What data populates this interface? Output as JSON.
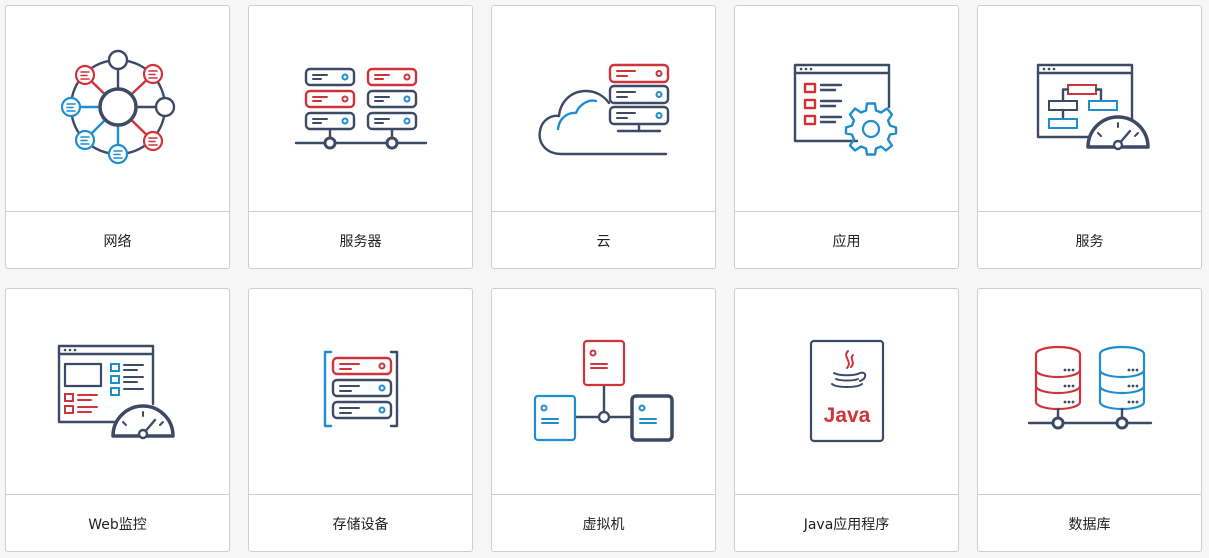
{
  "colors": {
    "navy": "#3d4a66",
    "red": "#d0343b",
    "blue": "#1e8ed0",
    "card_bg": "#ffffff",
    "border": "#cfcfcf",
    "page_bg": "#f6f6f6"
  },
  "cards": [
    {
      "label": "网络",
      "icon": "network-icon"
    },
    {
      "label": "服务器",
      "icon": "servers-icon"
    },
    {
      "label": "云",
      "icon": "cloud-icon"
    },
    {
      "label": "应用",
      "icon": "application-icon"
    },
    {
      "label": "服务",
      "icon": "service-icon"
    },
    {
      "label": "Web监控",
      "icon": "web-monitoring-icon"
    },
    {
      "label": "存储设备",
      "icon": "storage-icon"
    },
    {
      "label": "虚拟机",
      "icon": "virtual-machine-icon"
    },
    {
      "label": "Java应用程序",
      "icon": "java-icon"
    },
    {
      "label": "数据库",
      "icon": "database-icon"
    }
  ]
}
